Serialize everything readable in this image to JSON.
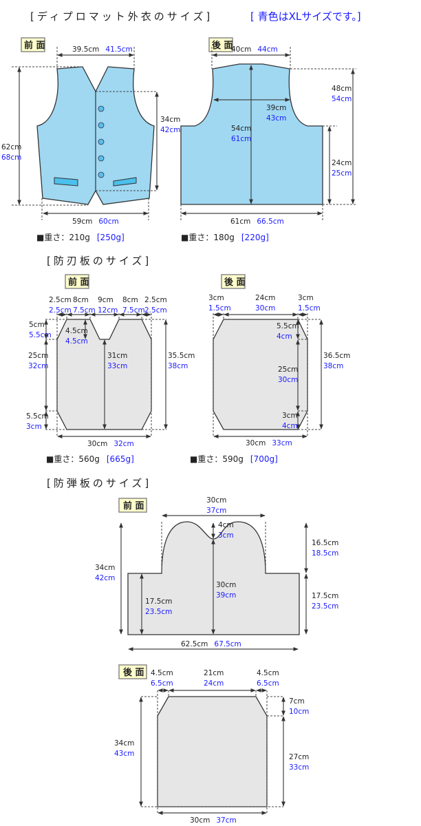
{
  "title": {
    "main": "[ディプロマット外衣のサイズ]",
    "note": "[ 青色はXLサイズです。]"
  },
  "colors": {
    "standard": "#222222",
    "xl": "#1a1aff",
    "vest_fill": "#a0d8f2",
    "plate_fill": "#e6e6e6",
    "label_box": "#ffffcc"
  },
  "outer": {
    "front": {
      "label": "前 面",
      "shoulder_width": {
        "std": "39.5cm",
        "xl": "41.5cm"
      },
      "length": {
        "std": "62cm",
        "xl": "68cm"
      },
      "front_opening": {
        "std": "34cm",
        "xl": "42cm"
      },
      "hem_width": {
        "std": "59cm",
        "xl": "60cm"
      },
      "weight": {
        "prefix": "■重さ：",
        "std": "210g",
        "xl": "[250g]"
      }
    },
    "back": {
      "label": "後 面",
      "shoulder_width": {
        "std": "40cm",
        "xl": "44cm"
      },
      "length": {
        "std": "54cm",
        "xl": "61cm"
      },
      "chest_width": {
        "std": "39cm",
        "xl": "43cm"
      },
      "side_length": {
        "std": "48cm",
        "xl": "54cm"
      },
      "lower_length": {
        "std": "24cm",
        "xl": "25cm"
      },
      "hem_width": {
        "std": "61cm",
        "xl": "66.5cm"
      },
      "weight": {
        "prefix": "■重さ：",
        "std": "180g",
        "xl": "[220g]"
      }
    }
  },
  "stab_plate": {
    "title": "[防刃板のサイズ]",
    "front": {
      "label": "前 面",
      "top": [
        {
          "std": "2.5cm",
          "xl": "2.5cm"
        },
        {
          "std": "8cm",
          "xl": "7.5cm"
        },
        {
          "std": "9cm",
          "xl": "12cm"
        },
        {
          "std": "8cm",
          "xl": "7.5cm"
        },
        {
          "std": "2.5cm",
          "xl": "2.5cm"
        }
      ],
      "left_top": {
        "std": "5cm",
        "xl": "5.5cm"
      },
      "left_mid": {
        "std": "25cm",
        "xl": "32cm"
      },
      "left_bottom": {
        "std": "5.5cm",
        "xl": "3cm"
      },
      "notch_depth": {
        "std": "4.5cm",
        "xl": "4.5cm"
      },
      "center_height": {
        "std": "31cm",
        "xl": "33cm"
      },
      "total_height": {
        "std": "35.5cm",
        "xl": "38cm"
      },
      "width": {
        "std": "30cm",
        "xl": "32cm"
      },
      "weight": {
        "prefix": "■重さ：",
        "std": "560g",
        "xl": "[665g]"
      }
    },
    "back": {
      "label": "後 面",
      "top": [
        {
          "std": "3cm",
          "xl": "1.5cm"
        },
        {
          "std": "24cm",
          "xl": "30cm"
        },
        {
          "std": "3cm",
          "xl": "1.5cm"
        }
      ],
      "right_top": {
        "std": "5.5cm",
        "xl": "4cm"
      },
      "right_mid": {
        "std": "25cm",
        "xl": "30cm"
      },
      "right_bottom": {
        "std": "3cm",
        "xl": "4cm"
      },
      "total_height": {
        "std": "36.5cm",
        "xl": "38cm"
      },
      "width": {
        "std": "30cm",
        "xl": "33cm"
      },
      "weight": {
        "prefix": "■重さ：",
        "std": "590g",
        "xl": "[700g]"
      }
    }
  },
  "bullet_plate": {
    "title": "[防弾板のサイズ]",
    "front": {
      "label": "前 面",
      "neck_width": {
        "std": "30cm",
        "xl": "37cm"
      },
      "dip_depth": {
        "std": "4cm",
        "xl": "3cm"
      },
      "center_height": {
        "std": "30cm",
        "xl": "39cm"
      },
      "side_height": {
        "std": "17.5cm",
        "xl": "23.5cm"
      },
      "total_height": {
        "std": "34cm",
        "xl": "42cm"
      },
      "upper_height": {
        "std": "16.5cm",
        "xl": "18.5cm"
      },
      "lower_height": {
        "std": "17.5cm",
        "xl": "23.5cm"
      },
      "width": {
        "std": "62.5cm",
        "xl": "67.5cm"
      }
    },
    "back": {
      "label": "後 面",
      "top": [
        {
          "std": "4.5cm",
          "xl": "6.5cm"
        },
        {
          "std": "21cm",
          "xl": "24cm"
        },
        {
          "std": "4.5cm",
          "xl": "6.5cm"
        }
      ],
      "chamfer_height": {
        "std": "7cm",
        "xl": "10cm"
      },
      "lower_height": {
        "std": "27cm",
        "xl": "33cm"
      },
      "total_height": {
        "std": "34cm",
        "xl": "43cm"
      },
      "width": {
        "std": "30cm",
        "xl": "37cm"
      }
    }
  }
}
